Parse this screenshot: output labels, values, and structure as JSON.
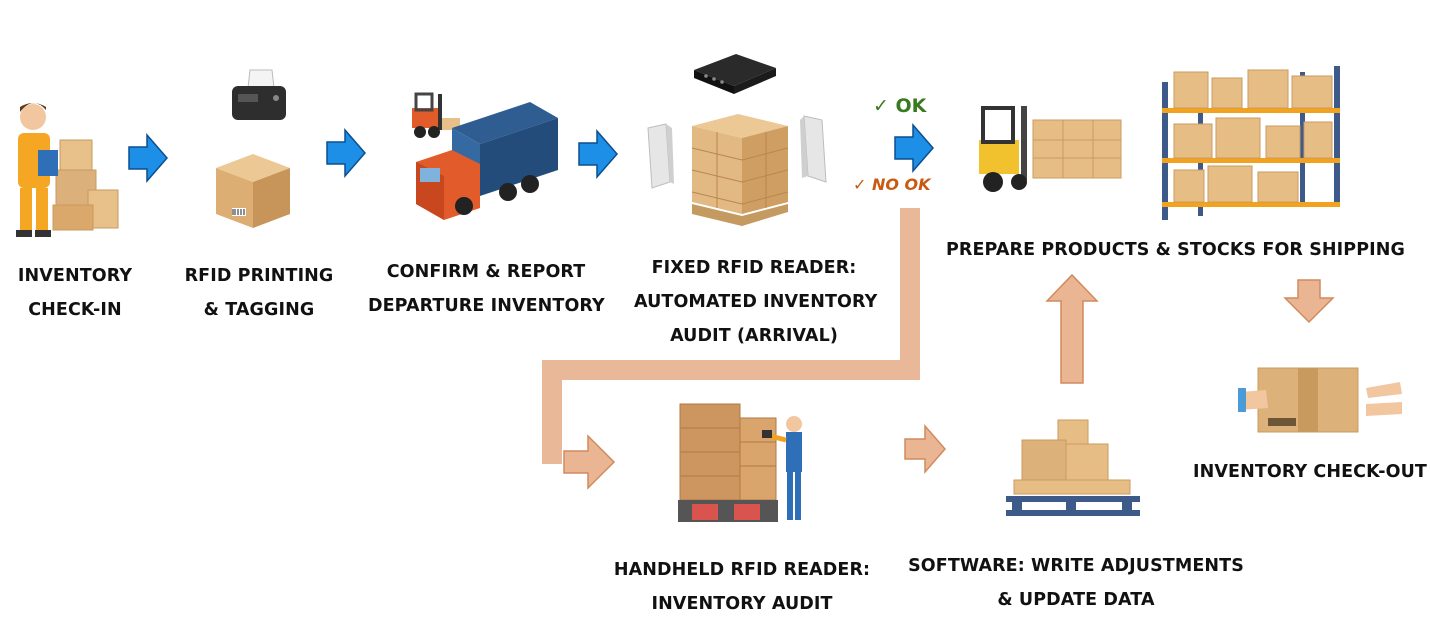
{
  "steps": {
    "checkin": {
      "line1": "INVENTORY",
      "line2": "CHECK-IN"
    },
    "printing": {
      "line1": "RFID PRINTING",
      "line2": "& TAGGING"
    },
    "confirm": {
      "line1": "CONFIRM & REPORT",
      "line2": "DEPARTURE INVENTORY"
    },
    "fixed": {
      "line1": "FIXED RFID READER:",
      "line2": "AUTOMATED INVENTORY",
      "line3": "AUDIT (ARRIVAL)"
    },
    "prepare": {
      "line1": "PREPARE PRODUCTS & STOCKS FOR SHIPPING"
    },
    "checkout": {
      "line1": "INVENTORY CHECK-OUT"
    },
    "handheld": {
      "line1": "HANDHELD RFID READER:",
      "line2": "INVENTORY AUDIT"
    },
    "software": {
      "line1": "SOFTWARE: WRITE ADJUSTMENTS",
      "line2": "& UPDATE DATA"
    }
  },
  "decision": {
    "ok": "✓ OK",
    "not_ok": "✓ NO OK"
  },
  "colors": {
    "blue_arrow": "#1e8fe6",
    "peach_arrow": "#eab592",
    "ok_green": "#3a7a1f",
    "nok_orange": "#c85a12"
  },
  "icons": [
    "worker-with-boxes-icon",
    "label-printer-icon",
    "cardboard-box-icon",
    "forklift-icon",
    "delivery-truck-icon",
    "rfid-reader-device-icon",
    "rfid-antenna-icon",
    "pallet-boxes-icon",
    "forklift-with-boxes-icon",
    "warehouse-shelves-icon",
    "box-handover-icon",
    "worker-scanning-icon",
    "box-stack-pallet-icon"
  ]
}
